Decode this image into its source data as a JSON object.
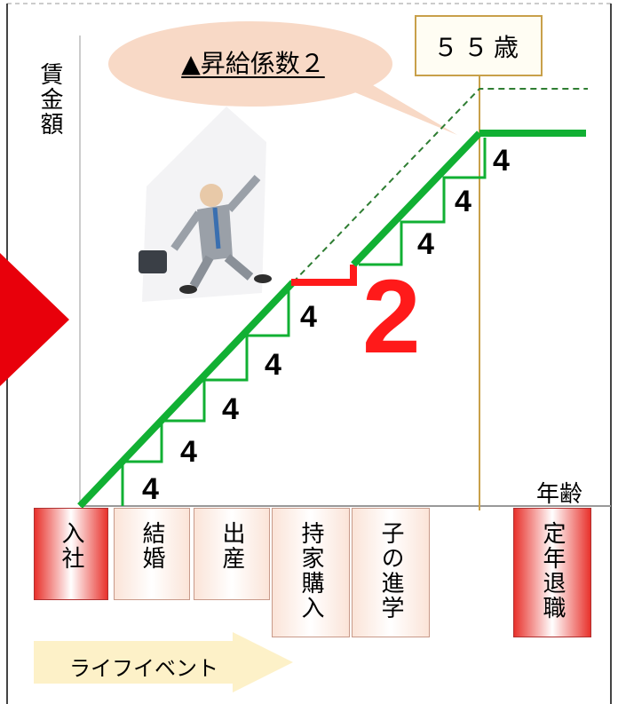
{
  "axis": {
    "y_label": "賃金額",
    "x_label": "年齢"
  },
  "age_box": {
    "label": "５５歳"
  },
  "bubble": {
    "label": "▲昇給係数２"
  },
  "steps_before": [
    "4",
    "4",
    "4",
    "4",
    "4"
  ],
  "steps_after": [
    "4",
    "4",
    "4"
  ],
  "reduced_step": {
    "value": "2",
    "color": "#ff1a1a"
  },
  "events": [
    {
      "label": "入社"
    },
    {
      "label": "結婚"
    },
    {
      "label": "出産"
    },
    {
      "label": "持家購入"
    },
    {
      "label": "子の進学"
    },
    {
      "label": "定年退職"
    }
  ],
  "life_events_label": "ライフイベント",
  "colors": {
    "stair": "#11b033",
    "reduced": "#ff1a1a",
    "retire_line": "#c8a04a",
    "arrow": "#e8000b"
  }
}
